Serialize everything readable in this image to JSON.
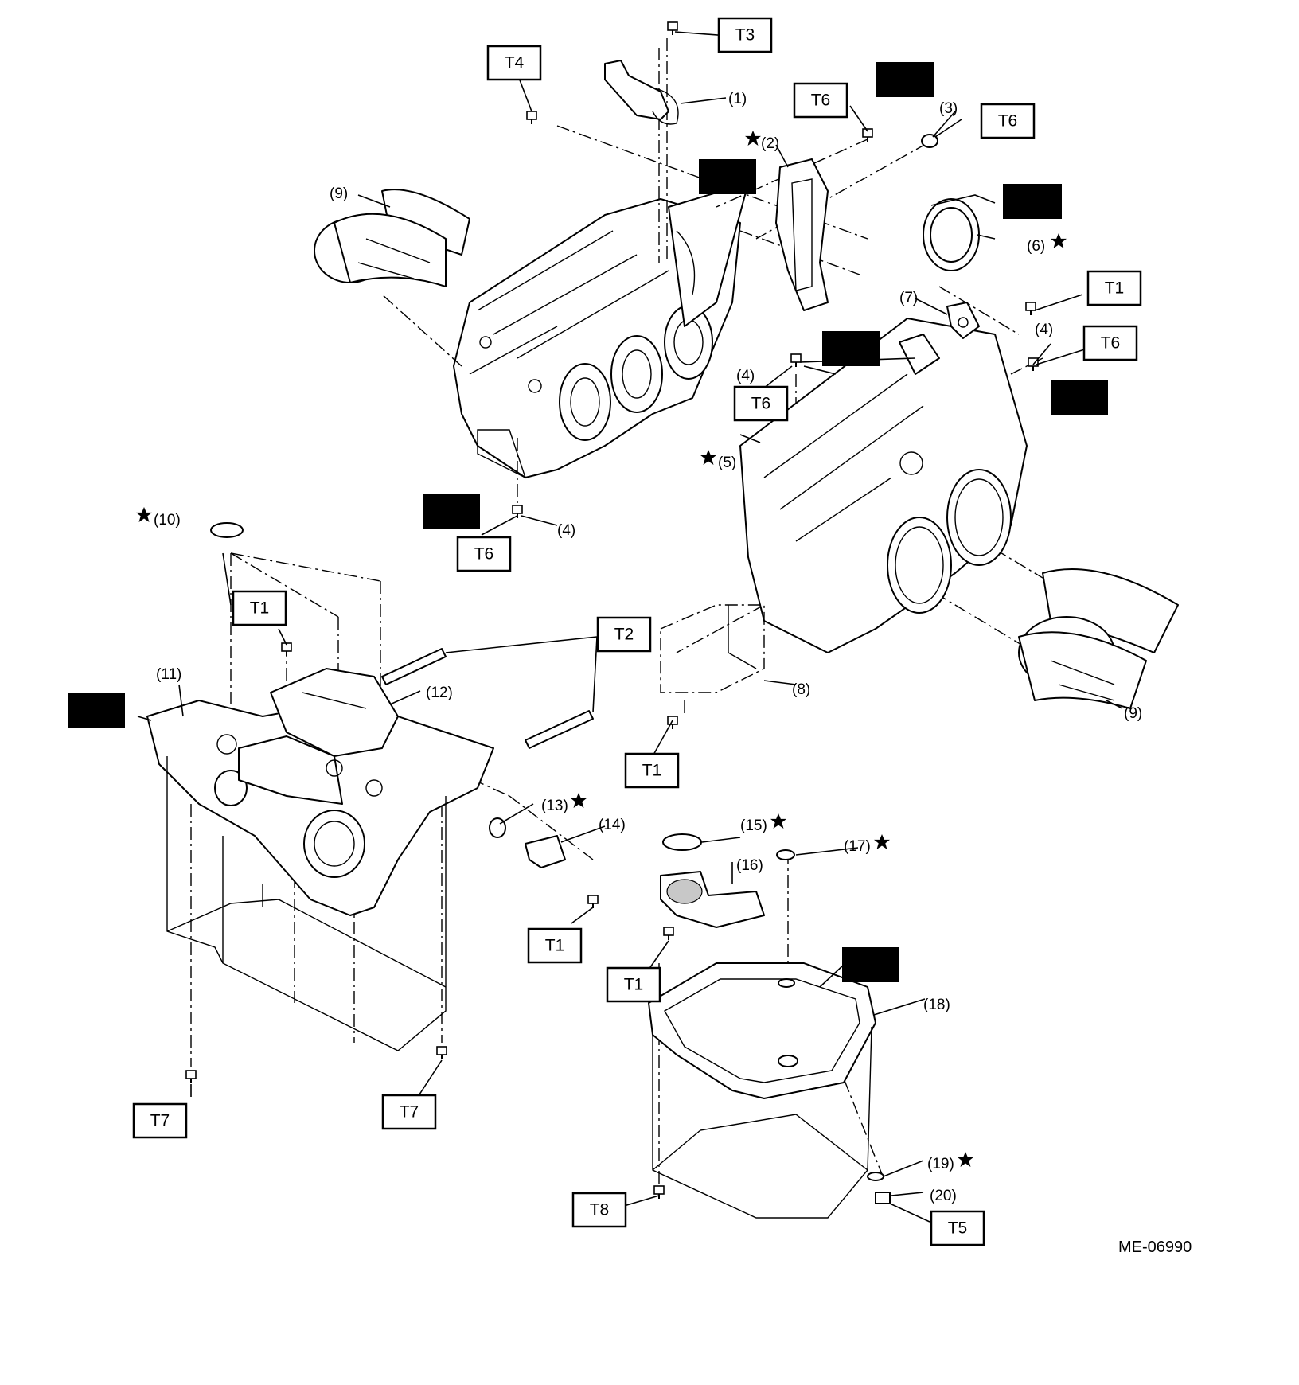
{
  "torque_labels": {
    "t1": "T1",
    "t2": "T2",
    "t3": "T3",
    "t4": "T4",
    "t5": "T5",
    "t6": "T6",
    "t7": "T7",
    "t8": "T8"
  },
  "callouts": {
    "c1": "(1)",
    "c2": "(2)",
    "c3": "(3)",
    "c4": "(4)",
    "c5": "(5)",
    "c6": "(6)",
    "c7": "(7)",
    "c8": "(8)",
    "c9": "(9)",
    "c10": "(10)",
    "c11": "(11)",
    "c12": "(12)",
    "c13": "(13)",
    "c14": "(14)",
    "c15": "(15)",
    "c16": "(16)",
    "c17": "(17)",
    "c18": "(18)",
    "c19": "(19)",
    "c20": "(20)"
  },
  "star_symbol": "★",
  "figure_code": "ME-06990",
  "symbols": {
    "liquid_gasket": "liquid-gasket-icon",
    "oil": "oil-can-icon",
    "replace": "star-icon"
  }
}
